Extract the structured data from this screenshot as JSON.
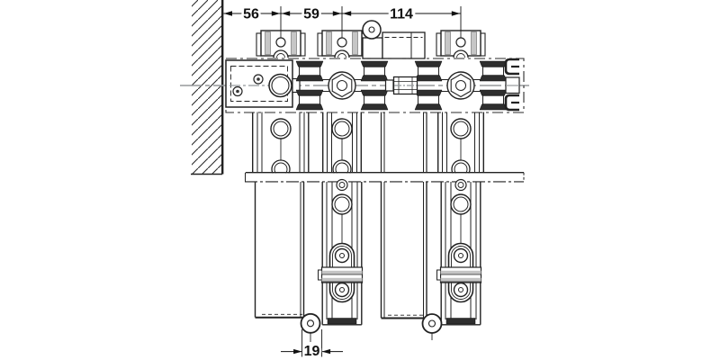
{
  "dimensions": {
    "top": [
      {
        "value": "56"
      },
      {
        "value": "59"
      },
      {
        "value": "114"
      }
    ],
    "bottom": [
      {
        "value": "19"
      }
    ]
  },
  "colors": {
    "background": "#ffffff",
    "line": "#222222",
    "dark_fill": "#2e2e2e",
    "light_gray_fill": "#c6c6c6",
    "centerline_gray": "#95999c",
    "dimension_text": "#111111"
  }
}
